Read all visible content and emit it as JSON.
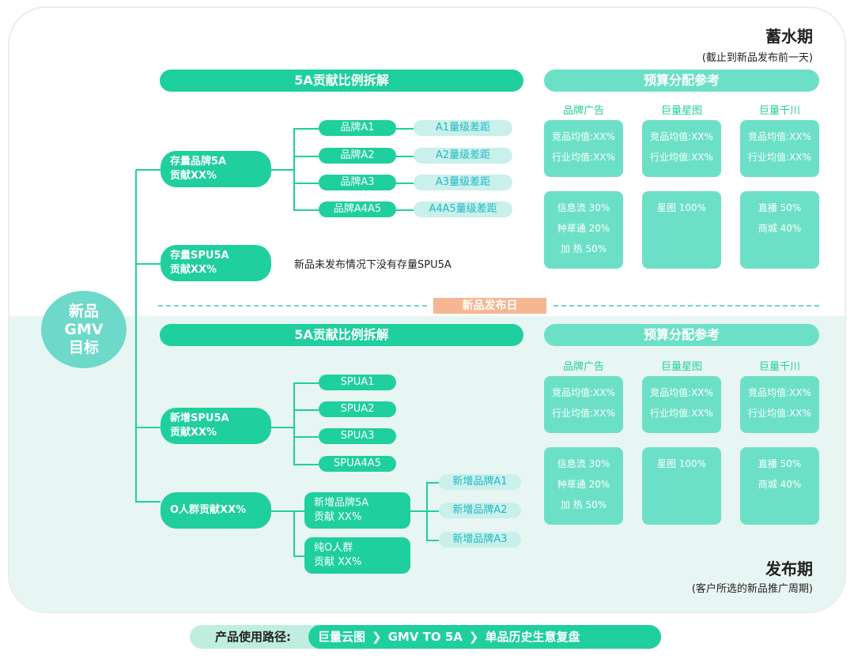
{
  "phases": {
    "pre_title": "蓄水期",
    "pre_subtitle": "(截止到新品发布前一天)",
    "post_title": "发布期",
    "post_subtitle": "(客户所选的新品推广周期)",
    "launch_day": "新品发布日"
  },
  "center": {
    "lines": [
      "新品",
      "GMV",
      "目标"
    ]
  },
  "top": {
    "breakdown_title": "5A贡献比例拆解",
    "budget_title": "预算分配参考",
    "node_brand": [
      "存量品牌5A",
      "贡献XX%"
    ],
    "node_spu": [
      "存量SPU5A",
      "贡献XX%"
    ],
    "brands": [
      "品牌A1",
      "品牌A2",
      "品牌A3",
      "品牌A4A5"
    ],
    "gaps": [
      "A1量级差距",
      "A2量级差距",
      "A3量级差距",
      "A4A5量级差距"
    ],
    "spu_note": "新品未发布情况下没有存量SPU5A",
    "col_headers": [
      "品牌广告",
      "巨量星图",
      "巨量千川"
    ],
    "avg_card": [
      "竞品均值:XX%",
      "行业均值:XX%"
    ],
    "mix_cards": [
      [
        "信息流 30%",
        "种草通 20%",
        "加  热 50%"
      ],
      [
        "星图 100%"
      ],
      [
        "直播 50%",
        "商城 40%"
      ]
    ]
  },
  "bottom": {
    "breakdown_title": "5A贡献比例拆解",
    "budget_title": "预算分配参考",
    "node_spu": [
      "新增SPU5A",
      "贡献XX%"
    ],
    "node_o": "O人群贡献XX%",
    "spus": [
      "SPUA1",
      "SPUA2",
      "SPUA3",
      "SPUA4A5"
    ],
    "sub_new_brand": [
      "新增品牌5A",
      "贡献 XX%"
    ],
    "sub_pure_o": [
      "纯O人群",
      "贡献 XX%"
    ],
    "new_brands": [
      "新增品牌A1",
      "新增品牌A2",
      "新增品牌A3"
    ],
    "col_headers": [
      "品牌广告",
      "巨量星图",
      "巨量千川"
    ],
    "avg_card": [
      "竞品均值:XX%",
      "行业均值:XX%"
    ],
    "mix_cards": [
      [
        "信息流 30%",
        "种草通 20%",
        "加  热 50%"
      ],
      [
        "星图 100%"
      ],
      [
        "直播 50%",
        "商城 40%"
      ]
    ]
  },
  "footer": {
    "label": "产品使用路径:",
    "steps": [
      "巨量云图",
      "GMV TO 5A",
      "单品历史生意复盘"
    ],
    "separator": "❯"
  },
  "colors": {
    "primary": "#1fcf9d",
    "light": "#6ce0c7",
    "gap_bg": "#c9f0ea",
    "launch": "#f5b691",
    "bottom_bg": "#e8f6f3"
  }
}
